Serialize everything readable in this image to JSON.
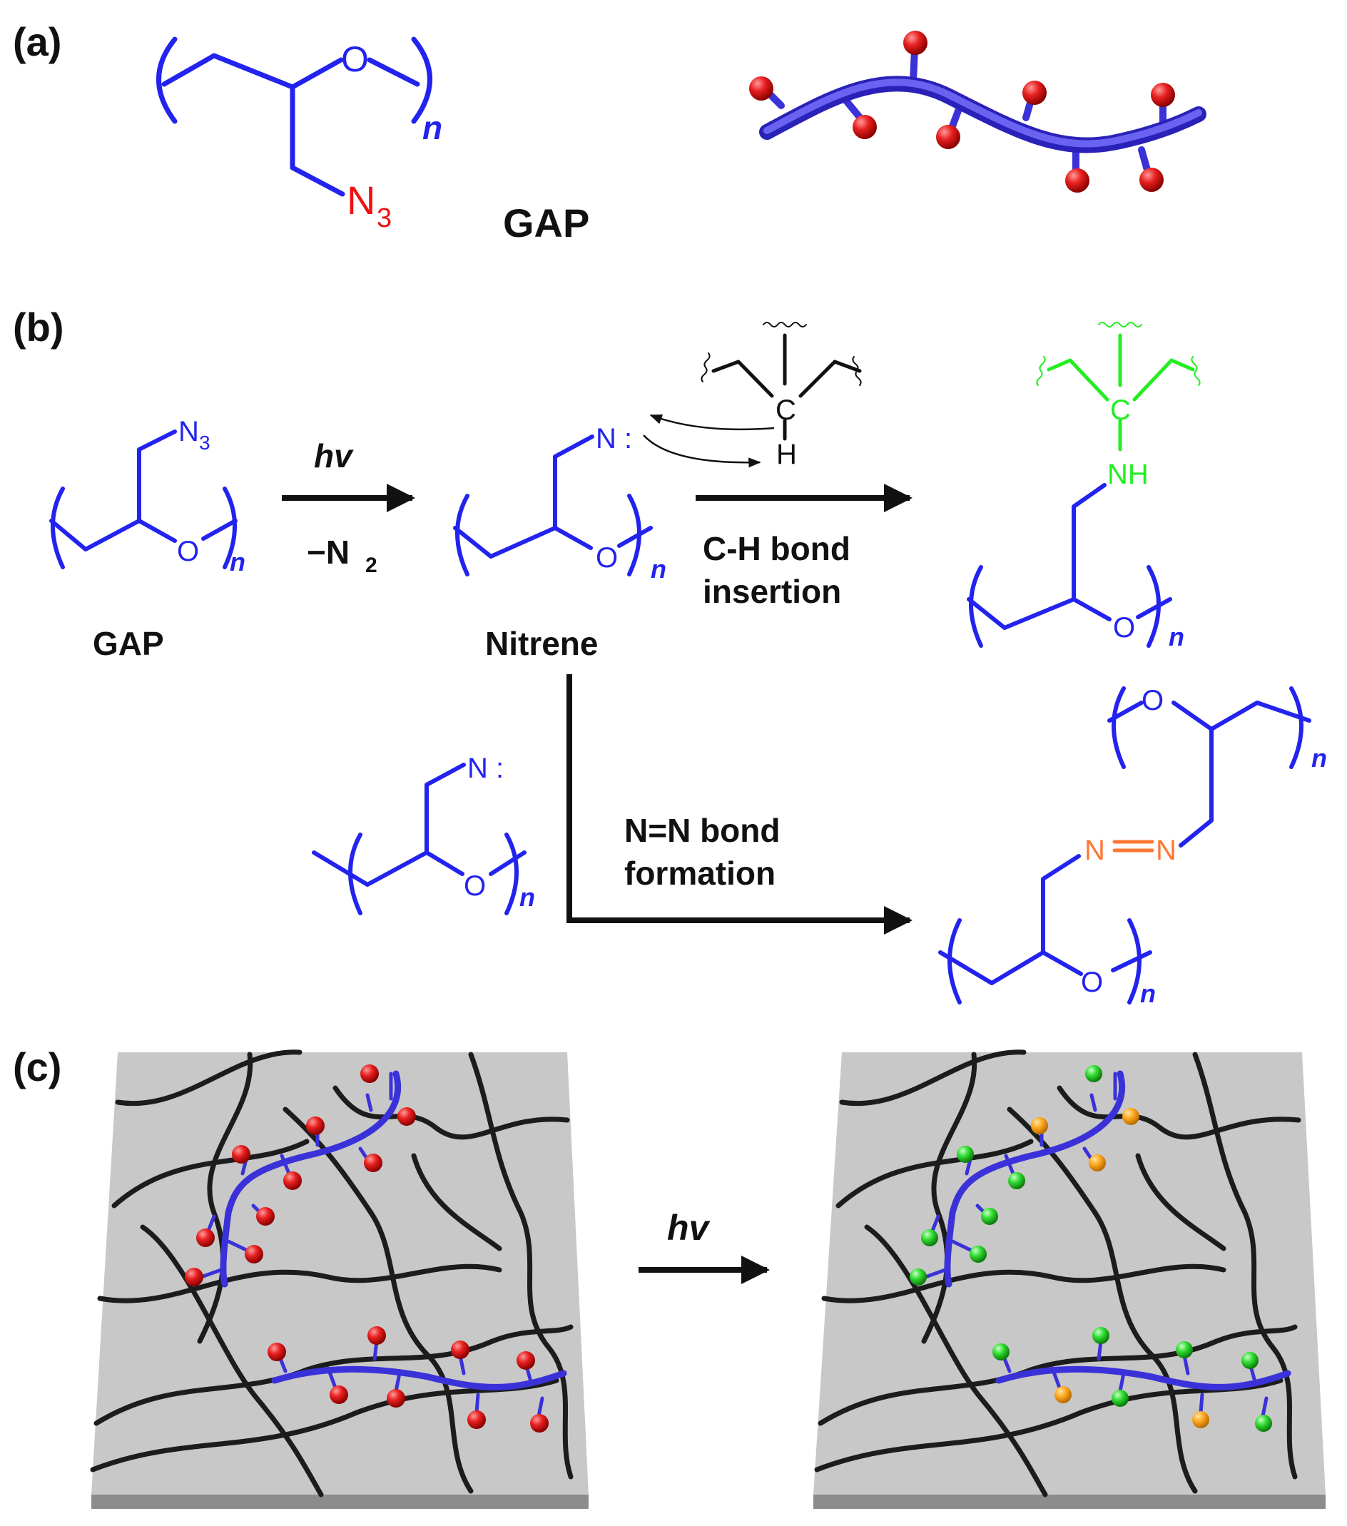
{
  "panels": {
    "a": {
      "label": "(a)",
      "oxygen": "O",
      "repeat_n": "n",
      "azide_N": "N",
      "azide_sub": "3",
      "name": "GAP"
    },
    "b": {
      "label": "(b)",
      "gap_azide_N": "N",
      "gap_azide_sub": "3",
      "gap_oxygen": "O",
      "gap_n": "n",
      "gap_name": "GAP",
      "arrow1_top": "hv",
      "arrow1_bottom_minus": "−N",
      "arrow1_bottom_sub": "2",
      "nitrene_atom": "N :",
      "nitrene_oxygen": "O",
      "nitrene_n": "n",
      "nitrene_name": "Nitrene",
      "ch_C": "C",
      "ch_H": "H",
      "arrow2_line1": "C-H bond",
      "arrow2_line2": "insertion",
      "prod1_C": "C",
      "prod1_NH": "NH",
      "prod1_oxygen": "O",
      "prod1_n": "n",
      "nitrene2_atom": "N :",
      "nitrene2_oxygen": "O",
      "nitrene2_n": "n",
      "arrow3_line1": "N=N bond",
      "arrow3_line2": "formation",
      "prod2_top_oxygen": "O",
      "prod2_top_n": "n",
      "prod2_azo_N1": "N",
      "prod2_azo_N2": "N",
      "prod2_bottom_oxygen": "O",
      "prod2_bottom_n": "n"
    },
    "c": {
      "label": "(c)",
      "arrow_label": "hv"
    }
  },
  "colors": {
    "polymer_blue": "#2323ee",
    "azide_red": "#ee1111",
    "insertion_green": "#22ee22",
    "azo_orange": "#ff7733",
    "sphere_red": "#e01a1a",
    "sphere_green": "#33dd33",
    "sphere_orange": "#ffaa22",
    "matrix_gray": "#c8c8c8",
    "chain_black": "#1c1c1c",
    "text_black": "#111111"
  }
}
